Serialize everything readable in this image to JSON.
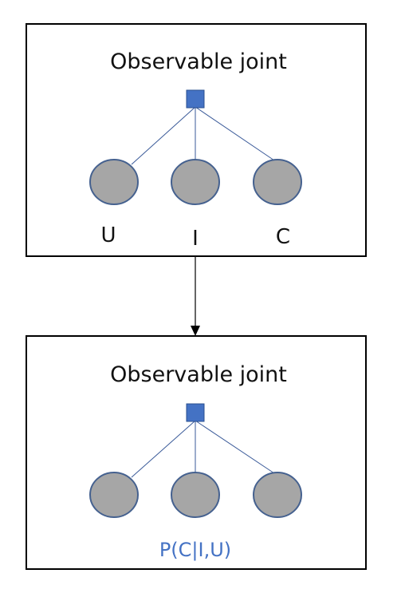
{
  "colors": {
    "factor": "#4472C4",
    "node": "#A6A6A6",
    "node_border": "#45618F",
    "edge": "#3A5A99",
    "probability_text": "#4472C4"
  },
  "top_panel": {
    "title": "Observable joint",
    "labels": [
      "U",
      "I",
      "C"
    ]
  },
  "bottom_panel": {
    "title": "Observable joint",
    "probability": "P(C|I,U)"
  }
}
